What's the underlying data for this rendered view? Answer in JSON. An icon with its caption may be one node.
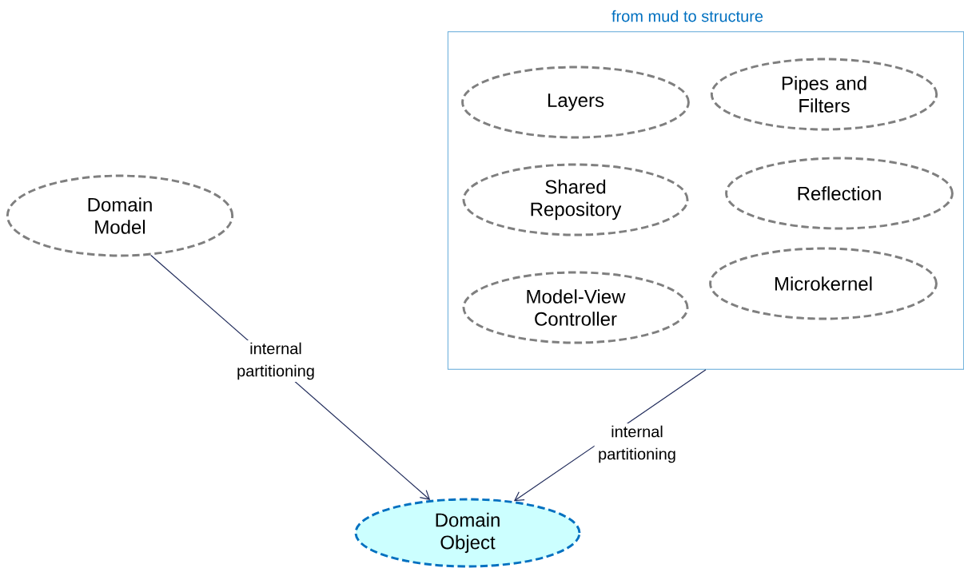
{
  "diagram": {
    "nodes": [
      {
        "text": [
          "Domain Model"
        ]
      },
      {
        "text": [
          "from mud to structure"
        ]
      },
      {
        "text": [
          "Layers"
        ],
        "in": 1
      },
      {
        "text": [
          "Pipes and Filters"
        ],
        "in": 1
      },
      {
        "text": [
          "Shared Repository"
        ],
        "in": 1
      },
      {
        "text": [
          "Reflection"
        ],
        "in": 1
      },
      {
        "text": [
          "Model-View Controller"
        ],
        "in": 1
      },
      {
        "text": [
          "Microkernel"
        ],
        "in": 1
      },
      {
        "text": [
          "Domain Object"
        ]
      }
    ],
    "edges": [
      {
        "from": 0,
        "to": 8,
        "arrow": "to",
        "label": "internal partitioning"
      },
      {
        "from": 1,
        "to": 8,
        "arrow": "to",
        "label": "internal partitioning"
      }
    ]
  }
}
